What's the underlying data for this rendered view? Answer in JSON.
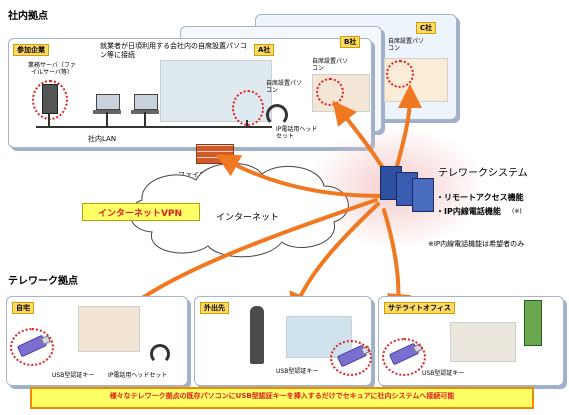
{
  "headings": {
    "office_base": "社内拠点",
    "telework_base": "テレワーク拠点"
  },
  "companies": {
    "a_tag": "A社",
    "b_tag": "B社",
    "c_tag": "C社",
    "participating_tag": "参加企業",
    "a_description": "就業者が日頃利用する会社内の自席設置パソコン等に接続",
    "b_desk_pc": "自席設置パソコン",
    "c_desk_pc": "自席設置パソコン",
    "business_server": "業務サーバ（ファイルサーバ等）",
    "desk_pc": "自席設置パソコン",
    "ip_headset": "IP電話用ヘッドセット",
    "lan": "社内LAN"
  },
  "network": {
    "firewall": "ファイアウォール",
    "internet": "インターネット",
    "vpn": "インターネットVPN"
  },
  "system": {
    "title": "テレワークシステム",
    "feature1": "・リモートアクセス機能",
    "feature2": "・IP内線電話機能",
    "feature2_mark": "(※)",
    "note": "※IP内線電話機能は希望者のみ"
  },
  "telework": {
    "home": "自宅",
    "away": "外出先",
    "satellite": "サテライトオフィス",
    "usb_key": "USB型認証キー",
    "ip_headset": "IP電話用ヘッドセット"
  },
  "banner": "様々なテレワーク拠点の既存パソコンにUSB型認証キーを挿入するだけでセキュアに社内システムへ接続可能",
  "colors": {
    "arrow": "#f07820",
    "cloud_glow": "#f4c8c8",
    "vpn_bg": "#ffff66",
    "banner_bg": "#ffff66",
    "banner_text": "#e02020"
  }
}
